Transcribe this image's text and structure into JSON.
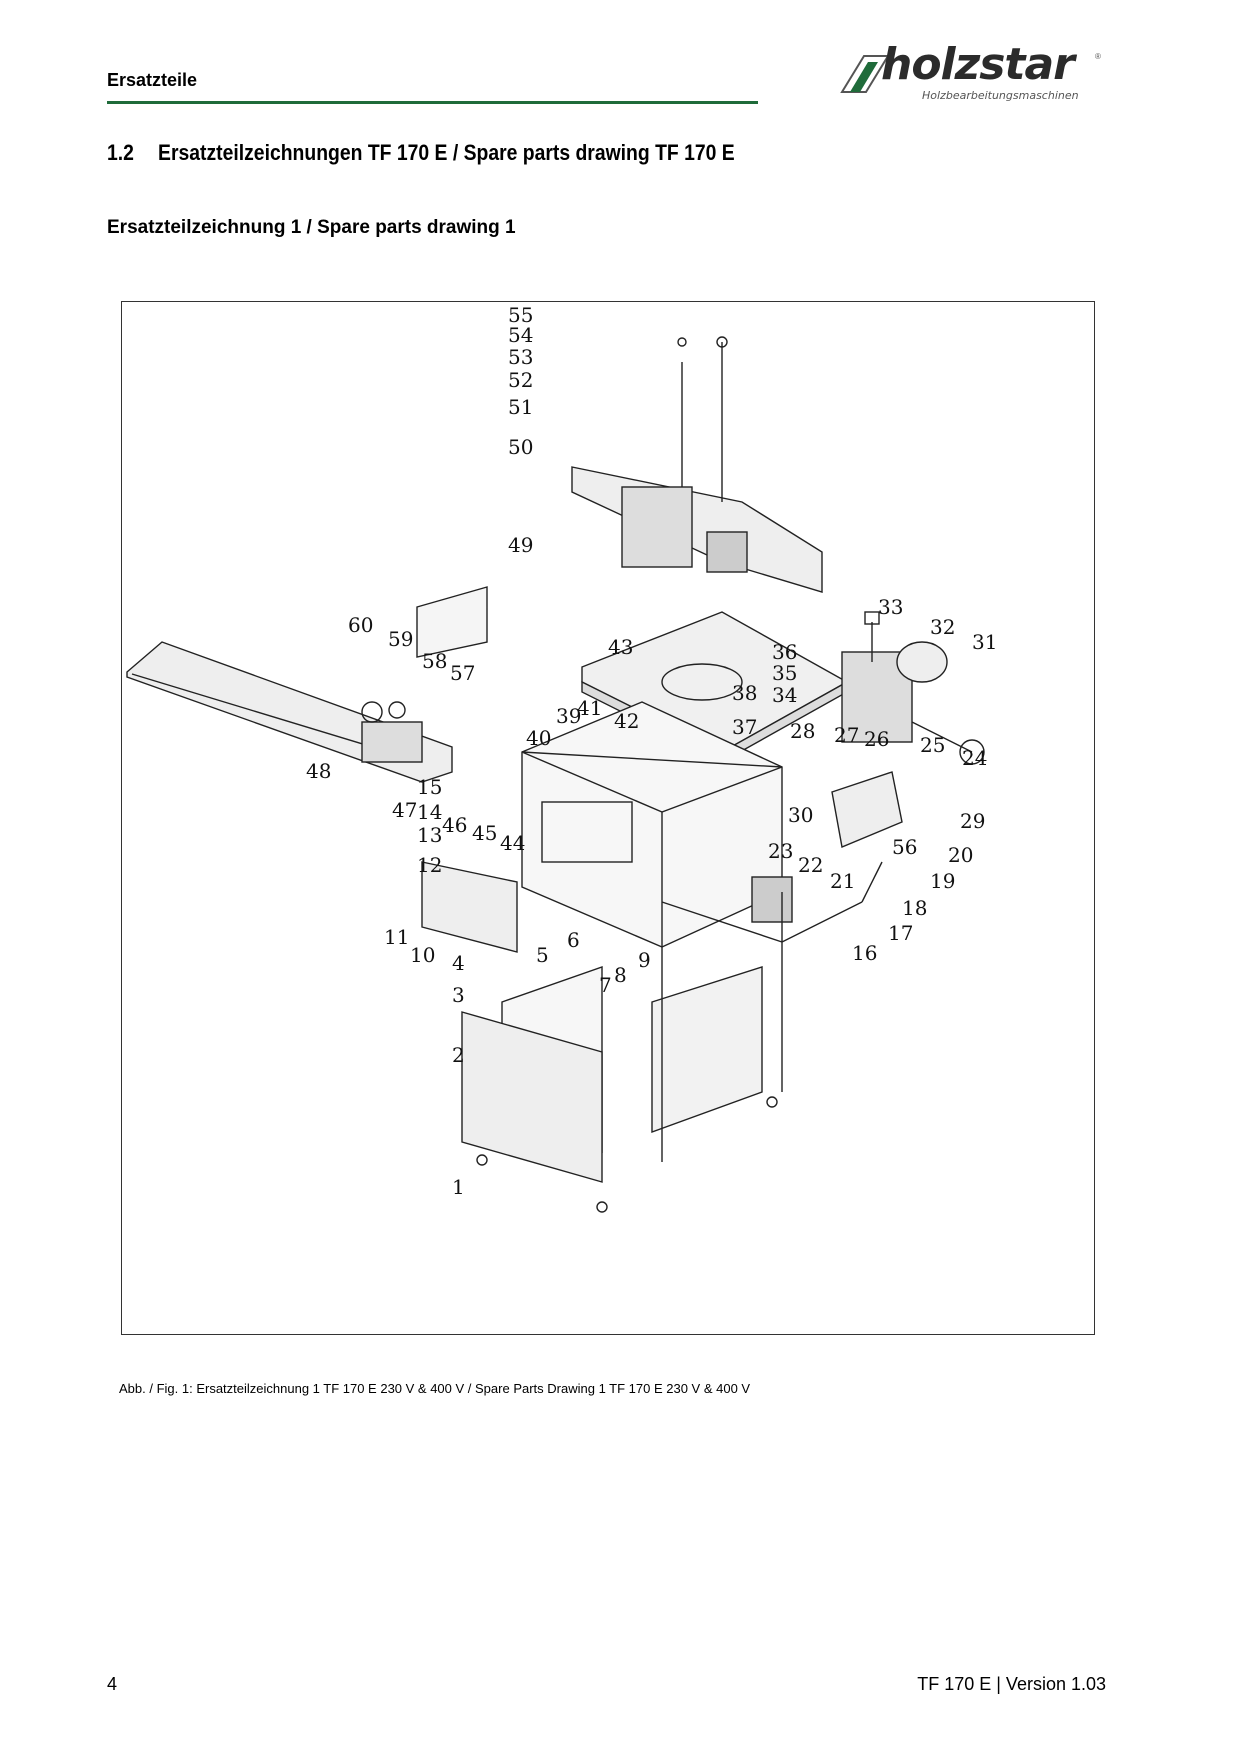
{
  "header": {
    "title": "Ersatzteile",
    "accent_color": "#1f6b3a"
  },
  "logo": {
    "brand": "holzstar",
    "tagline": "Holzbearbeitungsmaschinen",
    "registered_mark": "®"
  },
  "section": {
    "number": "1.2",
    "title": "Ersatzteilzeichnungen TF 170 E / Spare parts drawing TF 170 E"
  },
  "subsection": {
    "title": "Ersatzteilzeichnung 1 / Spare parts drawing 1"
  },
  "drawing": {
    "part_numbers": [
      "1",
      "2",
      "3",
      "4",
      "5",
      "6",
      "7",
      "8",
      "9",
      "10",
      "11",
      "12",
      "13",
      "14",
      "15",
      "16",
      "17",
      "18",
      "19",
      "20",
      "21",
      "22",
      "23",
      "24",
      "25",
      "26",
      "27",
      "28",
      "29",
      "30",
      "31",
      "32",
      "33",
      "34",
      "35",
      "36",
      "37",
      "38",
      "39",
      "40",
      "41",
      "42",
      "43",
      "44",
      "45",
      "46",
      "47",
      "48",
      "49",
      "50",
      "51",
      "52",
      "53",
      "54",
      "55",
      "56",
      "57",
      "58",
      "59",
      "60"
    ]
  },
  "caption": "Abb. / Fig. 1: Ersatzteilzeichnung 1 TF 170 E 230 V & 400 V / Spare Parts Drawing 1 TF 170 E 230 V & 400 V",
  "footer": {
    "page_number": "4",
    "document": "TF 170 E | Version 1.03"
  }
}
